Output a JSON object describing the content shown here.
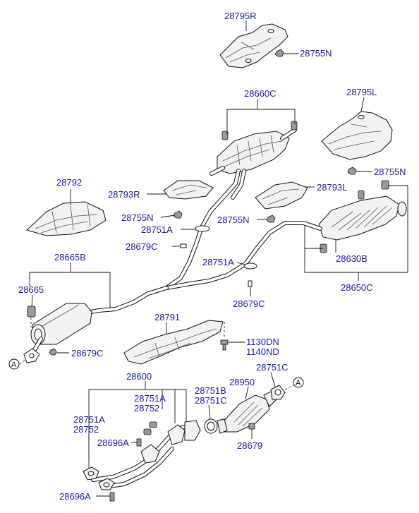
{
  "diagram": {
    "labels": {
      "p28795R": "28795R",
      "p28755N_a": "28755N",
      "p28660C": "28660C",
      "p28795L": "28795L",
      "p28755N_b": "28755N",
      "p28792": "28792",
      "p28793R": "28793R",
      "p28793L": "28793L",
      "p28755N_c": "28755N",
      "p28755N_d": "28755N",
      "p28751A_a": "28751A",
      "p28679C_a": "28679C",
      "p28751A_b": "28751A",
      "p28630B": "28630B",
      "p28665B": "28665B",
      "p28665": "28665",
      "p28679C_b": "28679C",
      "p28650C": "28650C",
      "p28791": "28791",
      "p1130DN": "1130DN",
      "p1140ND": "1140ND",
      "p28679C_c": "28679C",
      "p28751C_a": "28751C",
      "p28600": "28600",
      "p28950": "28950",
      "p28751B": "28751B",
      "p28751C_b": "28751C",
      "p28751A_c": "28751A",
      "p28752_a": "28752",
      "p28751A_d": "28751A",
      "p28752_b": "28752",
      "p28696A_a": "28696A",
      "p28679": "28679",
      "p28696A_b": "28696A"
    },
    "connector_markers": [
      "A",
      "A"
    ]
  }
}
